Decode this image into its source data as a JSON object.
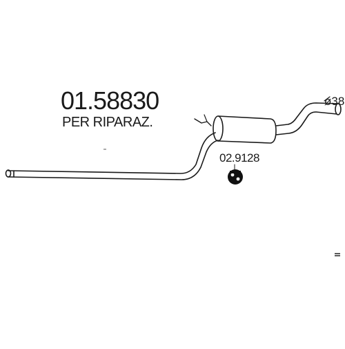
{
  "diagram": {
    "part_number": "01.58830",
    "part_note": "PER RIPARAZ.",
    "diameter_label": "ø38",
    "accessory_code": "02.9128",
    "colors": {
      "line": "#1a1a1a",
      "background": "#ffffff",
      "bracket_fill": "#111111"
    },
    "icons": {
      "bracket": "rubber-hanger-icon",
      "outlet": "pipe-outlet-icon"
    }
  }
}
